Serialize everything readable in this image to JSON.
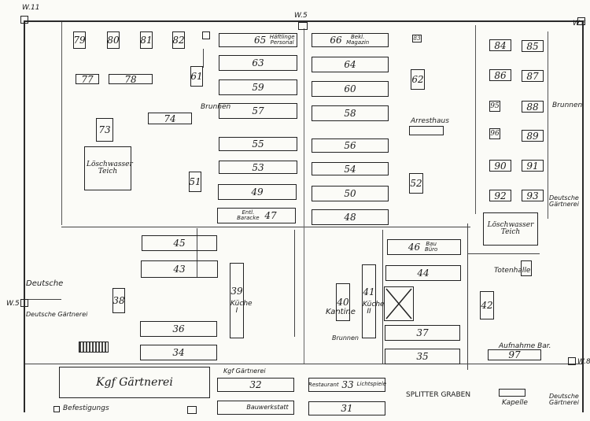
{
  "watchtowers": {
    "w11": "W.11",
    "w5": "W.5",
    "w6": "W.6",
    "w8": "W.8",
    "w5b": "W.5"
  },
  "buildings": {
    "b79": "79",
    "b80": "80",
    "b81": "81",
    "b82": "82",
    "b65": "65",
    "b65_note": "Häftlinge Personal",
    "b66": "66",
    "b66_note": "Bekl. Magazin",
    "b83": "83",
    "b84": "84",
    "b85": "85",
    "b77": "77",
    "b78": "78",
    "b61": "61",
    "b63": "63",
    "b64": "64",
    "b62": "62",
    "b86": "86",
    "b87": "87",
    "b59": "59",
    "b60": "60",
    "b74": "74",
    "b57": "57",
    "b58": "58",
    "b95": "95",
    "b88": "88",
    "b73": "73",
    "b96": "96",
    "b89": "89",
    "b55": "55",
    "b56": "56",
    "b90": "90",
    "b91": "91",
    "b53": "53",
    "b54": "54",
    "b51": "51",
    "b52": "52",
    "b49": "49",
    "b50": "50",
    "b92": "92",
    "b93": "93",
    "b47": "47",
    "b47_note": "Entl. Baracke",
    "b48": "48",
    "b45": "45",
    "b46": "46",
    "b46_note": "Bau Büro",
    "b43": "43",
    "b44": "44",
    "b38": "38",
    "b39": "39",
    "b39_note": "Küche I",
    "b40": "40",
    "b41": "41",
    "b41_note": "Küche II",
    "b42": "42",
    "b36": "36",
    "b37": "37",
    "b34": "34",
    "b35": "35",
    "b97": "97",
    "b32": "32",
    "b33": "33",
    "b31": "31"
  },
  "labels": {
    "brunnen1": "Brunnen",
    "brunnen2": "Brunnen",
    "loeschwasser1": "Löschwasser Teich",
    "loeschwasser2": "Löschwasser Teich",
    "arrest": "Arresthaus",
    "deutsche_gaertnerei_r": "Deutsche Gärtnerei",
    "deutsche_gaertnerei_l": "Deutsche Gärtnerei",
    "totenhalle": "Totenhalle",
    "kantine": "Kantine",
    "brunnen3": "Brunnen",
    "aufnahme": "Aufnahme Bar.",
    "kgf_gaertnerei": "Kgf Gärtnerei",
    "kgf_gaertnerei_small": "Kgf Gärtnerei",
    "restaurant": "Restaurant",
    "lichtspiele": "Lichtspiele",
    "splitter": "SPLITTER GRABEN",
    "kapelle": "Kapelle",
    "deutsche_b": "Deutsche",
    "befestigungs": "Befestigungs",
    "bauwerkstatt": "Bauwerkstatt"
  }
}
